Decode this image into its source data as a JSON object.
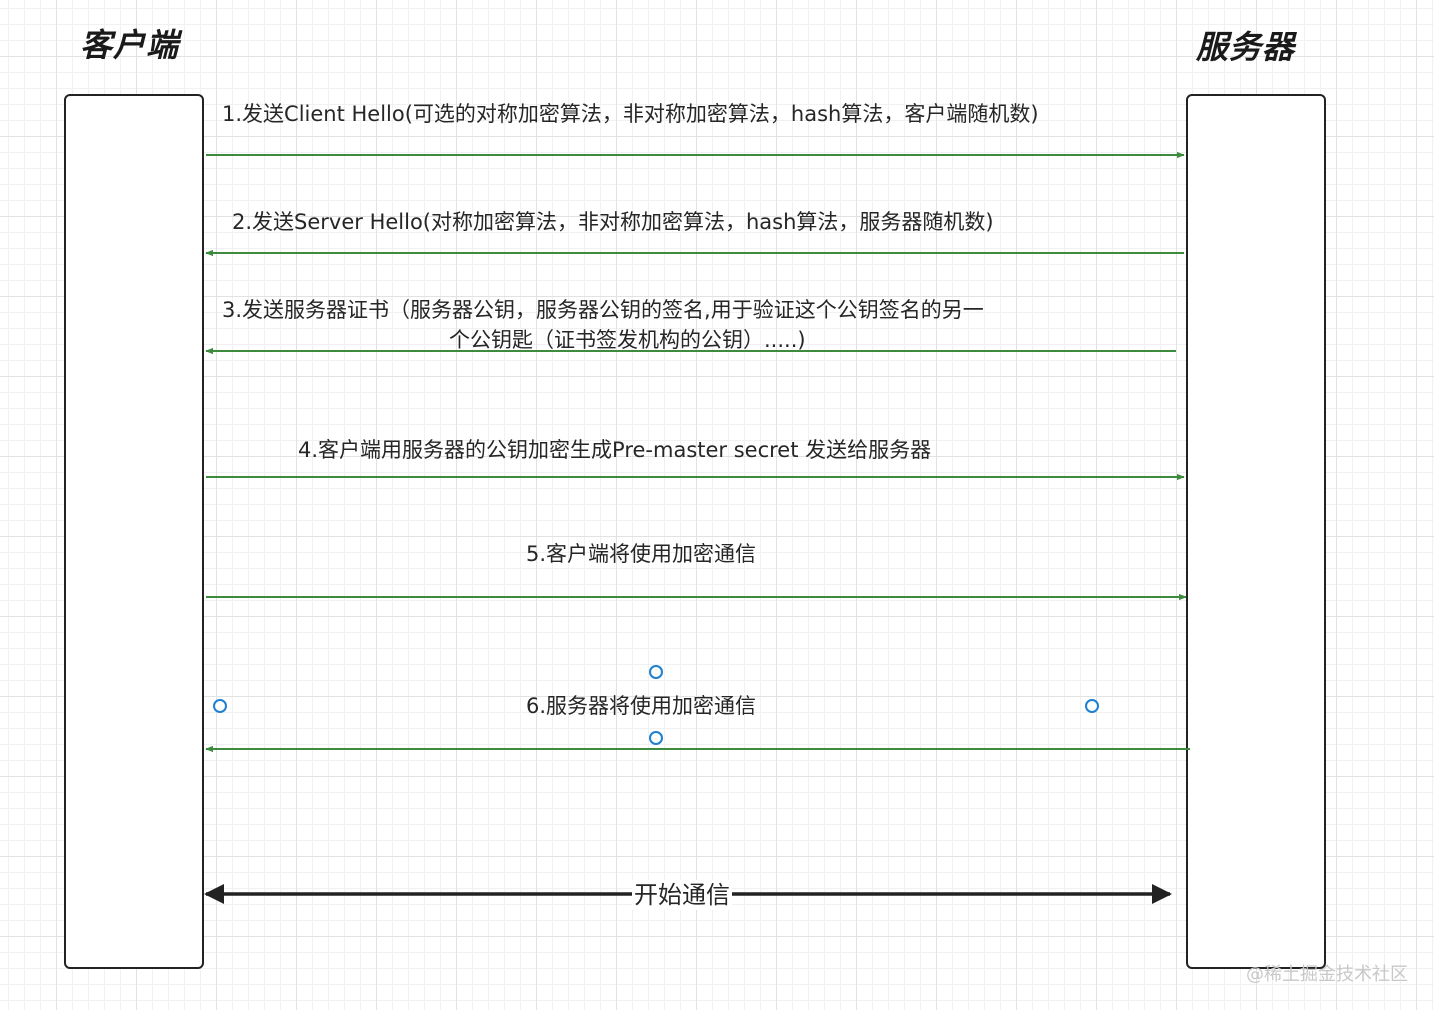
{
  "actors": {
    "client": "客户端",
    "server": "服务器"
  },
  "messages": [
    {
      "id": "m1",
      "lines": [
        "1.发送Client Hello(可选的对称加密算法，非对称加密算法，hash算法，客户端随机数)"
      ],
      "direction": "client-to-server"
    },
    {
      "id": "m2",
      "lines": [
        "2.发送Server Hello(对称加密算法，非对称加密算法，hash算法，服务器随机数)"
      ],
      "direction": "server-to-client"
    },
    {
      "id": "m3",
      "lines": [
        "3.发送服务器证书（服务器公钥，服务器公钥的签名,用于验证这个公钥签名的另一",
        "个公钥匙（证书签发机构的公钥）.....)"
      ],
      "direction": "server-to-client"
    },
    {
      "id": "m4",
      "lines": [
        "4.客户端用服务器的公钥加密生成Pre-master secret 发送给服务器"
      ],
      "direction": "client-to-server"
    },
    {
      "id": "m5",
      "lines": [
        "5.客户端将使用加密通信"
      ],
      "direction": "client-to-server"
    },
    {
      "id": "m6",
      "lines": [
        "6.服务器将使用加密通信"
      ],
      "direction": "server-to-client"
    }
  ],
  "final": {
    "label": "开始通信",
    "direction": "bidirectional"
  },
  "watermark": "@稀土掘金技术社区",
  "colors": {
    "message_arrow": "#3d8b3d",
    "final_arrow": "#222222",
    "selection_handle": "#1f7fd1",
    "lifeline_border": "#222222"
  }
}
